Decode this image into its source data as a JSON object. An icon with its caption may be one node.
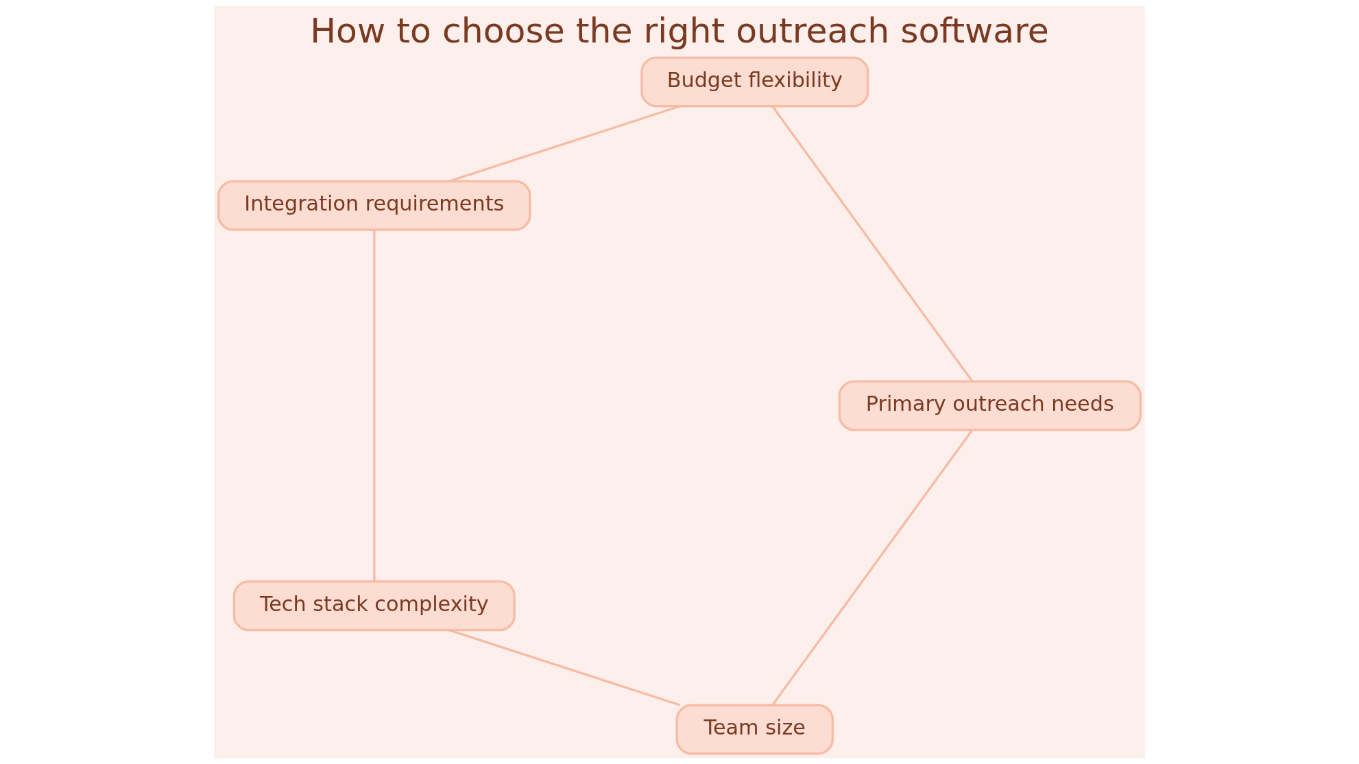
{
  "diagram": {
    "title": "How to choose the right outreach software",
    "nodes": [
      {
        "text": [
          "Team size"
        ]
      },
      {
        "text": [
          "Tech stack complexity"
        ]
      },
      {
        "text": [
          "Primary outreach needs"
        ]
      },
      {
        "text": [
          "Integration requirements"
        ]
      },
      {
        "text": [
          "Budget flexibility"
        ]
      }
    ],
    "edges": [
      {
        "from": 0,
        "to": 1,
        "arrow": "none"
      },
      {
        "from": 1,
        "to": 3,
        "arrow": "none"
      },
      {
        "from": 3,
        "to": 4,
        "arrow": "none"
      },
      {
        "from": 4,
        "to": 2,
        "arrow": "none"
      },
      {
        "from": 2,
        "to": 0,
        "arrow": "none"
      }
    ]
  }
}
